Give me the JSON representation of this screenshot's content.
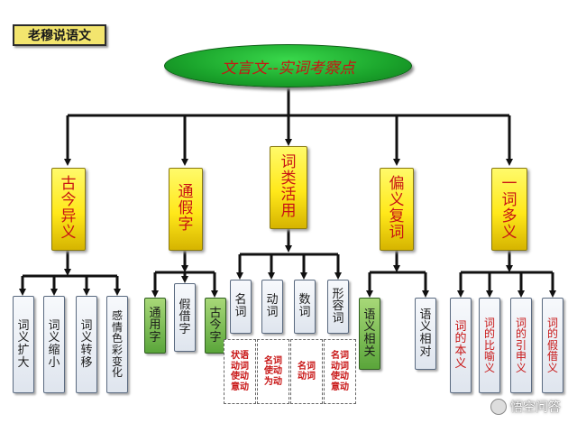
{
  "header": {
    "badge": "老穆说语文"
  },
  "root": {
    "label": "文言文--实词考察点"
  },
  "categories": [
    {
      "label": "古今异义",
      "children": [
        "词义扩大",
        "词义缩小",
        "词义转移",
        "感情色彩变化"
      ]
    },
    {
      "label": "通假字",
      "children": [
        "通用字",
        "假借字",
        "古今字"
      ]
    },
    {
      "label": "词类活用",
      "children": [
        "名词",
        "动词",
        "数词",
        "形容词"
      ]
    },
    {
      "label": "偏义复词",
      "children": [
        "语义相关",
        "语义相对"
      ]
    },
    {
      "label": "一词多义",
      "children": [
        "词的本义",
        "词的比喻义",
        "词的引申义",
        "词的假借义"
      ]
    }
  ],
  "usage_notes": [
    [
      "状语",
      "动词",
      "使动",
      "意动"
    ],
    [
      "名词",
      "使动",
      "为动"
    ],
    [
      "名词",
      "动词"
    ],
    [
      "名词",
      "动词",
      "使动",
      "意动"
    ]
  ],
  "watermark": {
    "text": "悟空问答",
    "icon": "wukong-logo-icon"
  },
  "colors": {
    "root_fill": "#1aa32b",
    "category_fill": "#ffe81a",
    "label_red": "#c81414",
    "leaf_green": "#5aa53a",
    "leaf_grey": "#dfe5ee"
  }
}
